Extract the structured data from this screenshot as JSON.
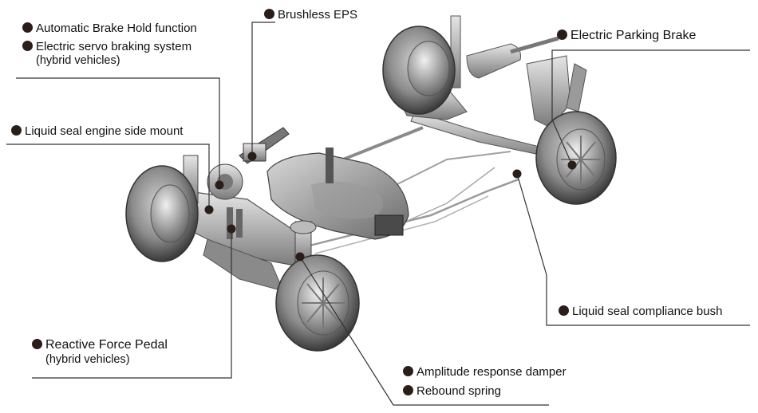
{
  "callouts": {
    "brake_hold": "Automatic Brake Hold function",
    "servo": "Electric servo braking system",
    "servo_note": "(hybrid vehicles)",
    "eps": "Brushless EPS",
    "parking": "Electric Parking Brake",
    "engine_mount": "Liquid seal engine side mount",
    "compliance": "Liquid seal compliance bush",
    "pedal": "Reactive Force Pedal",
    "pedal_note": "(hybrid vehicles)",
    "damper": "Amplitude response damper",
    "spring": "Rebound spring"
  },
  "colors": {
    "leader": "#333333",
    "dot": "#2b1d1a"
  }
}
